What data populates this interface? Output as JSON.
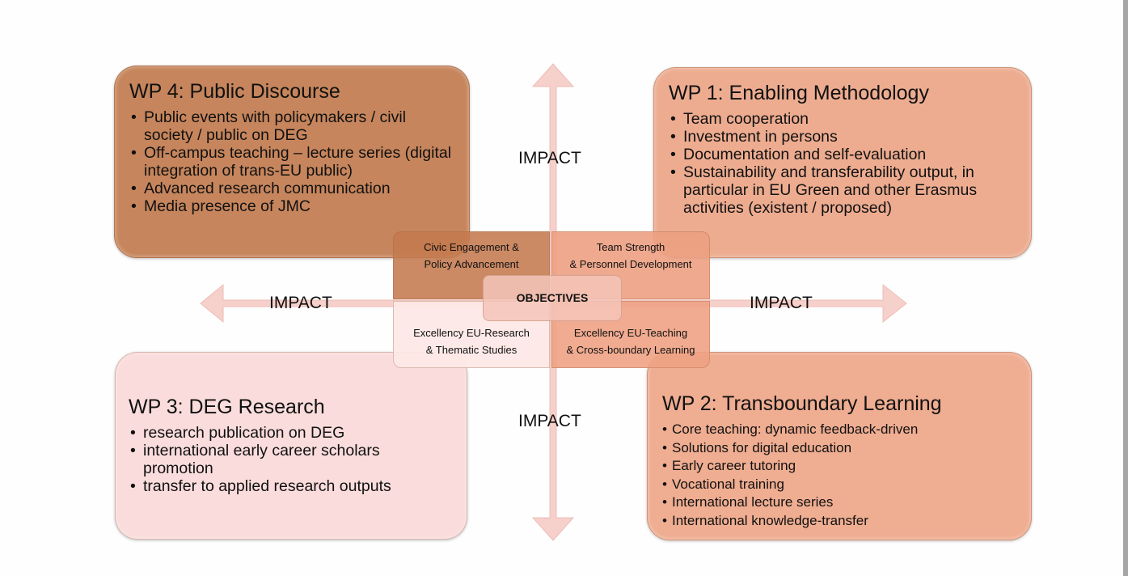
{
  "colors": {
    "wp4": "#c6855c",
    "wp1": "#edac90",
    "wp3": "#f9dcdb",
    "wp2": "#efad91",
    "arrow": "#f6d0cb"
  },
  "work_packages": {
    "wp4": {
      "title": "WP 4: Public Discourse",
      "items": [
        "Public events with policymakers / civil society / public on DEG",
        "Off-campus teaching – lecture series (digital integration of trans-EU public)",
        "Advanced research communication",
        "Media presence of JMC"
      ]
    },
    "wp1": {
      "title": "WP 1: Enabling Methodology",
      "items": [
        "Team cooperation",
        "Investment in persons",
        "Documentation and self-evaluation",
        "Sustainability and transferability output, in particular in EU Green and other Erasmus activities (existent / proposed)"
      ]
    },
    "wp3": {
      "title": "WP 3: DEG Research",
      "items": [
        "research publication on DEG",
        "international early career scholars promotion",
        "transfer to applied research outputs"
      ]
    },
    "wp2": {
      "title": "WP 2: Transboundary Learning",
      "items": [
        "Core teaching: dynamic feedback-driven",
        "Solutions for digital education",
        "Early career tutoring",
        "Vocational training",
        "International lecture series",
        "International knowledge-transfer"
      ]
    }
  },
  "objectives": {
    "center_label": "OBJECTIVES",
    "top_left": [
      "Civic Engagement &",
      "Policy Advancement"
    ],
    "top_right": [
      "Team Strength",
      "& Personnel Development"
    ],
    "bottom_left": [
      "Excellency EU-Research",
      "& Thematic Studies"
    ],
    "bottom_right": [
      "Excellency EU-Teaching",
      "& Cross-boundary Learning"
    ]
  },
  "impact_labels": {
    "top": "IMPACT",
    "bottom": "IMPACT",
    "left": "IMPACT",
    "right": "IMPACT"
  }
}
